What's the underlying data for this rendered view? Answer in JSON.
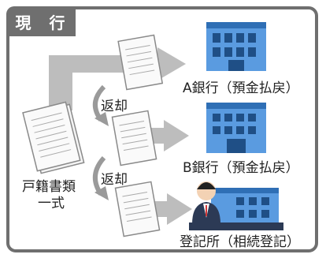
{
  "panel": {
    "tag": "現 行"
  },
  "source": {
    "label_line1": "戸籍書類",
    "label_line2": "一式"
  },
  "return_labels": [
    "返却",
    "返却"
  ],
  "destinations": [
    {
      "label": "A銀行（預金払戻）",
      "icon": "office-building-icon"
    },
    {
      "label": "B銀行（預金払戻）",
      "icon": "office-building-icon"
    },
    {
      "label": "登記所（相続登記）",
      "icon": "registry-office-icon"
    }
  ],
  "colors": {
    "frame": "#6f6f6f",
    "arrow": "#bdbdbd",
    "building": "#4a90d6",
    "building_dark": "#2f6fb5"
  }
}
